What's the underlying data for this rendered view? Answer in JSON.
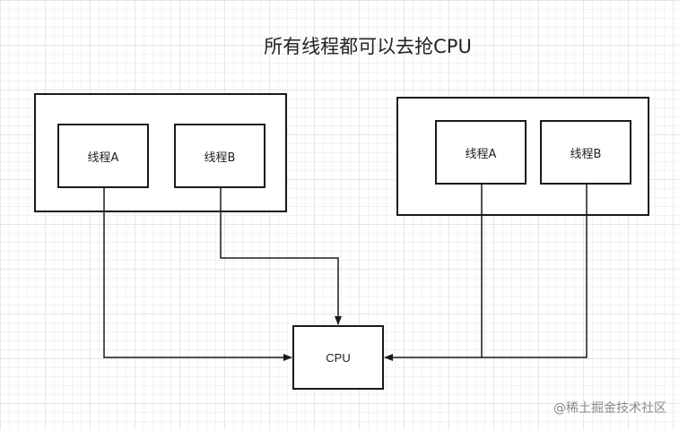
{
  "title": "所有线程都可以去抢CPU",
  "groups": [
    {
      "threads": [
        "线程A",
        "线程B"
      ]
    },
    {
      "threads": [
        "线程A",
        "线程B"
      ]
    }
  ],
  "cpu_label": "CPU",
  "watermark": "@稀土掘金技术社区",
  "colors": {
    "line": "#1a1a1a",
    "grid": "#e6e6e6",
    "watermark": "#8a8a8a"
  }
}
